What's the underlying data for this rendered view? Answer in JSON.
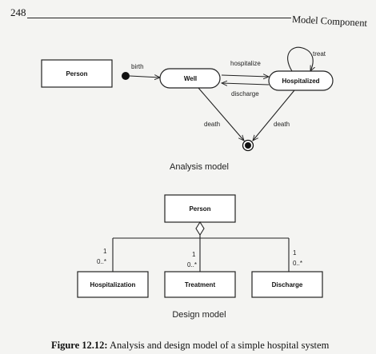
{
  "header": {
    "page_number": "248",
    "running_head": "Model Component"
  },
  "analysis": {
    "person_class": "Person",
    "states": {
      "well": "Well",
      "hospitalized": "Hospitalized"
    },
    "transitions": {
      "birth": "birth",
      "hospitalize": "hospitalize",
      "discharge": "discharge",
      "treat": "treat",
      "death_from_well": "death",
      "death_from_hospitalized": "death"
    },
    "caption": "Analysis model"
  },
  "design": {
    "parent_class": "Person",
    "children": [
      {
        "name": "Hospitalization",
        "mult_one": "1",
        "mult_many": "0..*"
      },
      {
        "name": "Treatment",
        "mult_one": "1",
        "mult_many": "0..*"
      },
      {
        "name": "Discharge",
        "mult_one": "1",
        "mult_many": "0..*"
      }
    ],
    "caption": "Design model"
  },
  "figure": {
    "label": "Figure 12.12:",
    "text": "Analysis and design model of a simple hospital system"
  }
}
